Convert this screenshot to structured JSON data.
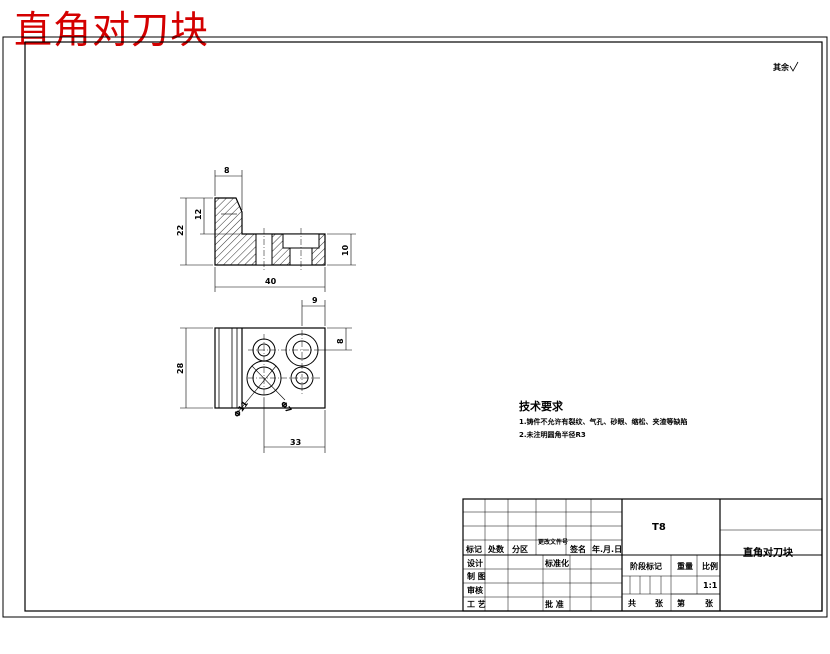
{
  "drawing_title": "直角对刀块",
  "surface_mark": "其余",
  "dimensions": {
    "top_width": "8",
    "height_total": "22",
    "height_inner": "12",
    "height_right": "10",
    "length": "40",
    "plan_offset_x": "9",
    "plan_offset_y": "8",
    "plan_height": "28",
    "plan_width": "33",
    "hole_a": "Φ11",
    "hole_b": "Φ7"
  },
  "technical_requirements": {
    "title": "技术要求",
    "items": [
      "1.铸件不允许有裂纹、气孔、砂眼、缩松、夹渣等缺陷",
      "2.未注明圆角半径R3"
    ]
  },
  "title_block": {
    "material": "T8",
    "part_name": "直角对刀块",
    "scale": "1:1",
    "labels": {
      "mark": "标记",
      "count": "处数",
      "zone": "分区",
      "change_doc": "更改文件号",
      "signature": "签名",
      "date": "年.月.日",
      "design": "设计",
      "standardize": "标准化",
      "drawing": "制 图",
      "review": "审核",
      "process": "工 艺",
      "approve": "批 准",
      "stage_mark": "阶段标记",
      "weight": "重量",
      "scale_label": "比例",
      "total": "共",
      "sheet_word": "张",
      "page": "第",
      "page_word": "张"
    }
  }
}
